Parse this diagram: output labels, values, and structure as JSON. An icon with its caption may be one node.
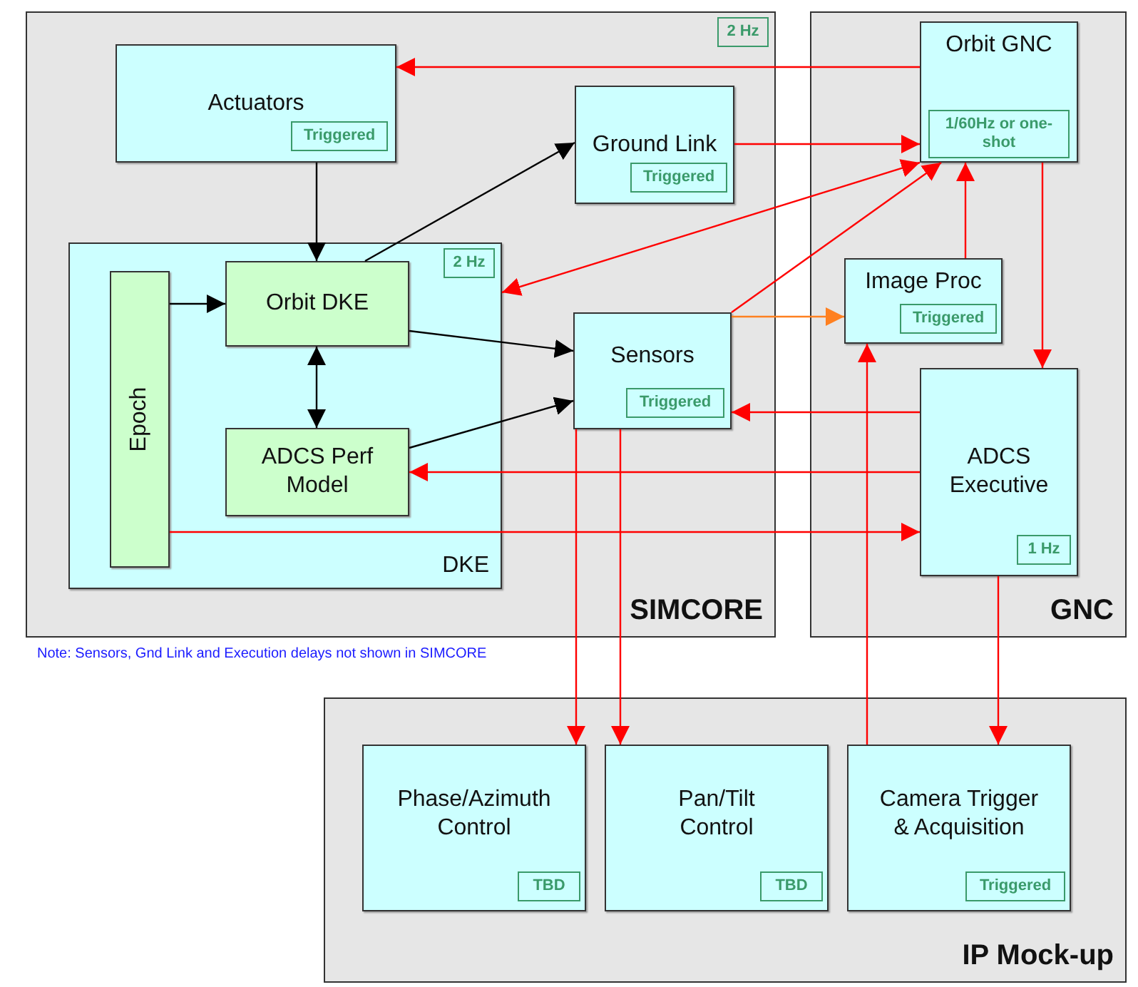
{
  "diagram": {
    "nodes": [
      {
        "text": [
          "2 Hz",
          "SIMCORE"
        ]
      },
      {
        "text": [
          "Actuators",
          "Triggered"
        ],
        "in": 0
      },
      {
        "text": [
          "Ground Link",
          "Triggered"
        ],
        "in": 0
      },
      {
        "text": [
          "2 Hz",
          "DKE"
        ],
        "in": 0
      },
      {
        "text": [
          "Epoch"
        ],
        "in": 3
      },
      {
        "text": [
          "Orbit DKE"
        ],
        "in": 3
      },
      {
        "text": [
          "ADCS Perf Model"
        ],
        "in": 3
      },
      {
        "text": [
          "Sensors",
          "Triggered"
        ],
        "in": 0
      },
      {
        "text": [
          "GNC"
        ]
      },
      {
        "text": [
          "Orbit GNC",
          "1/60Hz or one-shot"
        ],
        "in": 8
      },
      {
        "text": [
          "Image Proc",
          "Triggered"
        ],
        "in": 8
      },
      {
        "text": [
          "ADCS Executive",
          "1 Hz"
        ],
        "in": 8
      },
      {
        "text": [
          "IP Mock-up"
        ]
      },
      {
        "text": [
          "Phase/Azimuth Control",
          "TBD"
        ],
        "in": 12
      },
      {
        "text": [
          "Pan/Tilt Control",
          "TBD"
        ],
        "in": 12
      },
      {
        "text": [
          "Camera Trigger & Acquisition",
          "Triggered"
        ],
        "in": 12
      }
    ],
    "edges": [
      {
        "from": 9,
        "to": 1,
        "arrow": "to"
      },
      {
        "from": 1,
        "to": 5,
        "arrow": "to",
        "color": "#000000"
      },
      {
        "from": 5,
        "to": 2,
        "arrow": "to",
        "color": "#000000"
      },
      {
        "from": 2,
        "to": 9,
        "arrow": "to"
      },
      {
        "from": 3,
        "to": 9,
        "arrow": "both"
      },
      {
        "from": 7,
        "to": 9,
        "arrow": "to"
      },
      {
        "from": 10,
        "to": 9,
        "arrow": "to"
      },
      {
        "from": 9,
        "to": 11,
        "arrow": "to"
      },
      {
        "from": 4,
        "to": 5,
        "arrow": "to",
        "color": "#000000"
      },
      {
        "from": 5,
        "to": 6,
        "arrow": "both",
        "color": "#000000"
      },
      {
        "from": 5,
        "to": 7,
        "arrow": "to",
        "color": "#000000"
      },
      {
        "from": 6,
        "to": 7,
        "arrow": "to",
        "color": "#000000"
      },
      {
        "from": 7,
        "to": 10,
        "arrow": "to",
        "color": "#ff8020"
      },
      {
        "from": 11,
        "to": 7,
        "arrow": "to"
      },
      {
        "from": 11,
        "to": 6,
        "arrow": "to"
      },
      {
        "from": 4,
        "to": 11,
        "arrow": "to"
      },
      {
        "from": 7,
        "to": 13,
        "arrow": "to"
      },
      {
        "from": 7,
        "to": 14,
        "arrow": "to"
      },
      {
        "from": 15,
        "to": 10,
        "arrow": "to"
      },
      {
        "from": 11,
        "to": 15,
        "arrow": "to"
      }
    ],
    "labels": [
      "Note: Sensors, Gnd Link and Execution delays not shown in SIMCORE"
    ]
  }
}
